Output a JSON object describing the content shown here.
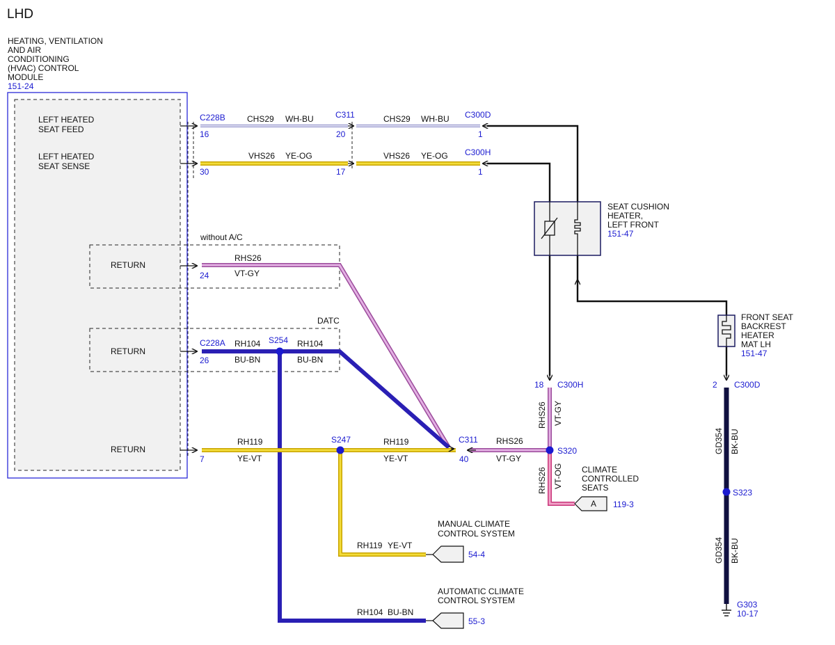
{
  "page_label": "LHD",
  "module": {
    "name_lines": [
      "HEATING, VENTILATION",
      "AND AIR",
      "CONDITIONING",
      "(HVAC) CONTROL",
      "MODULE"
    ],
    "ref": "151-24",
    "pins": {
      "feed": [
        "LEFT HEATED",
        "SEAT FEED"
      ],
      "sense": [
        "LEFT HEATED",
        "SEAT SENSE"
      ],
      "return1": "RETURN",
      "return2": "RETURN",
      "return3": "RETURN"
    }
  },
  "options": {
    "without_ac": "without A/C",
    "datc": "DATC"
  },
  "connectors": {
    "c228b": "C228B",
    "c228b_pin": "16",
    "c311_top": "C311",
    "c311_top_pin1": "20",
    "c311_top_pin2": "17",
    "c300d_top": "C300D",
    "c300d_top_pin": "1",
    "c300h_top": "C300H",
    "c300h_top_pin": "1",
    "pin30": "30",
    "pin24": "24",
    "c228a": "C228A",
    "c228a_pin": "26",
    "pin7": "7",
    "c311_bot": "C311",
    "c311_bot_pin": "40",
    "c300h_bot": "C300H",
    "c300h_bot_pin": "18",
    "c300d_bot": "C300D",
    "c300d_bot_pin": "2"
  },
  "splices": {
    "s254": "S254",
    "s247": "S247",
    "s320": "S320",
    "s323": "S323"
  },
  "wires": {
    "chs29": "CHS29",
    "wh_bu": "WH-BU",
    "vhs26": "VHS26",
    "ye_og": "YE-OG",
    "rhs26": "RHS26",
    "vt_gy": "VT-GY",
    "vt_og": "VT-OG",
    "rh104": "RH104",
    "bu_bn": "BU-BN",
    "rh119": "RH119",
    "ye_vt": "YE-VT",
    "gd354": "GD354",
    "bk_bu": "BK-BU"
  },
  "components": {
    "cushion": {
      "lines": [
        "SEAT CUSHION",
        "HEATER,",
        "LEFT FRONT"
      ],
      "ref": "151-47"
    },
    "backrest": {
      "lines": [
        "FRONT SEAT",
        "BACKREST",
        "HEATER",
        "MAT LH"
      ],
      "ref": "151-47"
    },
    "ccs": {
      "lines": [
        "CLIMATE",
        "CONTROLLED",
        "SEATS"
      ],
      "flag": "A",
      "ref": "119-3"
    },
    "manual": {
      "lines": [
        "MANUAL CLIMATE",
        "CONTROL SYSTEM"
      ],
      "ref": "54-4"
    },
    "auto": {
      "lines": [
        "AUTOMATIC CLIMATE",
        "CONTROL SYSTEM"
      ],
      "ref": "55-3"
    },
    "ground": {
      "name": "G303",
      "ref": "10-17"
    }
  },
  "colors": {
    "black": "#111111",
    "blue_ref": "#1a1ad0",
    "white_bu_inner": "#ffffff",
    "yellow": "#e8cc1e",
    "violet_gray": "#c77fc7",
    "violet_orange": "#e27ab0",
    "blue_brown": "#2a1fb4",
    "black_blue": "#101040",
    "panel": "#f1f1f1"
  }
}
